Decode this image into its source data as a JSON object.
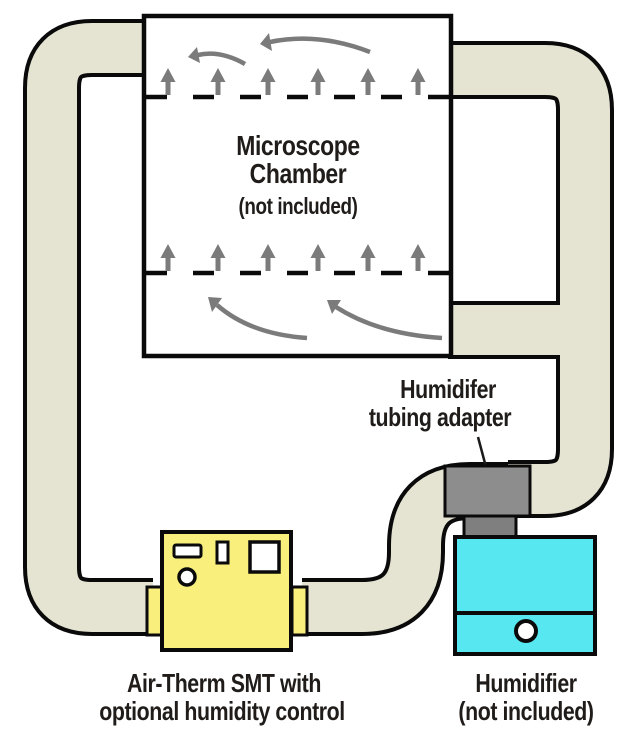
{
  "diagram": {
    "microscope_chamber": {
      "line1": "Microscope",
      "line2": "Chamber",
      "note": "(not included)"
    },
    "adapter_label": {
      "line1": "Humidifer",
      "line2": "tubing adapter"
    },
    "airtherm_label": {
      "line1": "Air-Therm SMT with",
      "line2": "optional humidity control"
    },
    "humidifier_label": {
      "line1": "Humidifier",
      "line2": "(not included)"
    },
    "colors": {
      "background": "#ffffff",
      "tube_fill": "#e5e3d2",
      "outline": "#0a0a0a",
      "airtherm_yellow": "#f8ef7c",
      "humidifier_cyan": "#57e7f1",
      "adapter_gray": "#8d8d8d",
      "neck_gray": "#7f7f7f",
      "arrow_gray": "#7b7b7b",
      "control_white": "#ffffff",
      "text": "#201c1a"
    }
  }
}
